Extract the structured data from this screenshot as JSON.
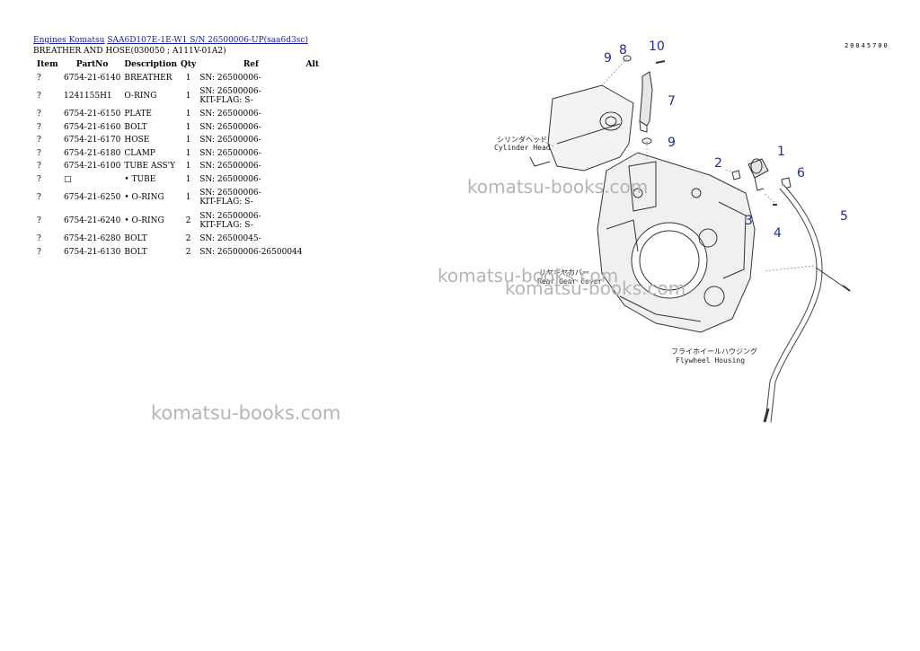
{
  "breadcrumb": {
    "link1": "Engines Komatsu",
    "link2": "SAA6D107E-1E-W1 S/N 26500006-UP(saa6d3sc)"
  },
  "page_title": "BREATHER AND HOSE(030050 ; A111V-01A2)",
  "table": {
    "headers": {
      "item": "Item",
      "partno": "PartNo",
      "description": "Description",
      "qty": "Qty",
      "ref": "Ref",
      "alt": "Alt"
    },
    "rows": [
      {
        "item": "?",
        "partno": "6754-21-6140",
        "description": "BREATHER",
        "qty": "1",
        "ref1": "SN: 26500006-",
        "ref2": ""
      },
      {
        "item": "?",
        "partno": "1241155H1",
        "description": "O-RING",
        "qty": "1",
        "ref1": "SN: 26500006-",
        "ref2": "KIT-FLAG: S-"
      },
      {
        "item": "?",
        "partno": "6754-21-6150",
        "description": "PLATE",
        "qty": "1",
        "ref1": "SN: 26500006-",
        "ref2": ""
      },
      {
        "item": "?",
        "partno": "6754-21-6160",
        "description": "BOLT",
        "qty": "1",
        "ref1": "SN: 26500006-",
        "ref2": ""
      },
      {
        "item": "?",
        "partno": "6754-21-6170",
        "description": "HOSE",
        "qty": "1",
        "ref1": "SN: 26500006-",
        "ref2": ""
      },
      {
        "item": "?",
        "partno": "6754-21-6180",
        "description": "CLAMP",
        "qty": "1",
        "ref1": "SN: 26500006-",
        "ref2": ""
      },
      {
        "item": "?",
        "partno": "6754-21-6100",
        "description": "TUBE ASS'Y",
        "qty": "1",
        "ref1": "SN: 26500006-",
        "ref2": ""
      },
      {
        "item": "?",
        "partno": "□",
        "description": "• TUBE",
        "qty": "1",
        "ref1": "SN: 26500006-",
        "ref2": ""
      },
      {
        "item": "?",
        "partno": "6754-21-6250",
        "description": "• O-RING",
        "qty": "1",
        "ref1": "SN: 26500006-",
        "ref2": "KIT-FLAG: S-"
      },
      {
        "item": "?",
        "partno": "6754-21-6240",
        "description": "• O-RING",
        "qty": "2",
        "ref1": "SN: 26500006-",
        "ref2": "KIT-FLAG: S-"
      },
      {
        "item": "?",
        "partno": "6754-21-6280",
        "description": "BOLT",
        "qty": "2",
        "ref1": "SN: 26500045-",
        "ref2": ""
      },
      {
        "item": "?",
        "partno": "6754-21-6130",
        "description": "BOLT",
        "qty": "2",
        "ref1": "SN: 26500006-26500044",
        "ref2": ""
      }
    ]
  },
  "watermark": "komatsu-books.com",
  "diagram": {
    "drawing_code": "20045700",
    "label_cylinder_head_jp": "シリンダヘッド",
    "label_cylinder_head": "Cylinder Head",
    "label_rear_cover_jp": "リヤギヤカバー",
    "label_rear_cover": "Rear Gear Cover",
    "label_flywheel_jp": "フライホイールハウジング",
    "label_flywheel": "Flywheel Housing",
    "callouts": {
      "c1": "1",
      "c2": "2",
      "c3": "3",
      "c4": "4",
      "c5": "5",
      "c6": "6",
      "c7": "7",
      "c8": "8",
      "c9a": "9",
      "c9b": "9",
      "c10": "10"
    }
  }
}
